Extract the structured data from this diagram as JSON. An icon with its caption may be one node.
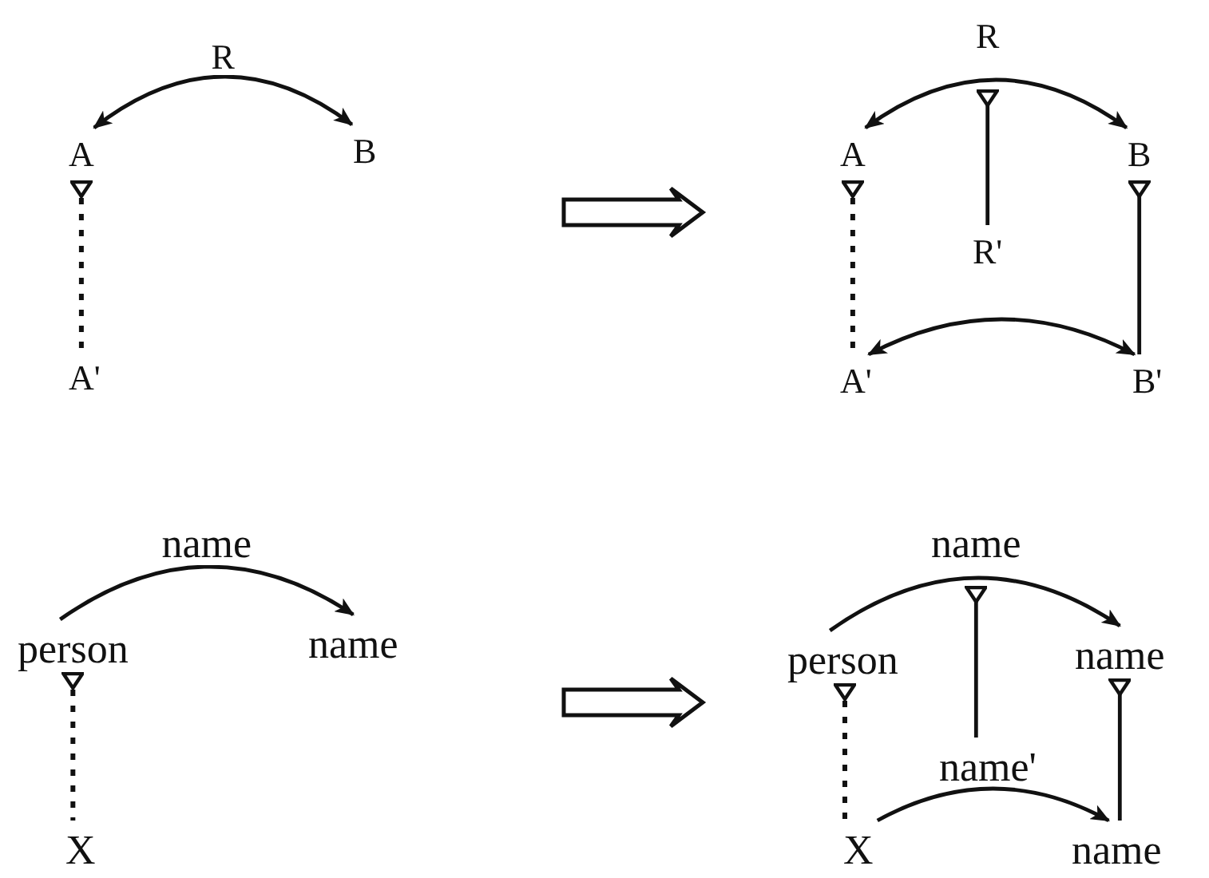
{
  "diagram": {
    "nodes": [
      {
        "text": [
          "A"
        ]
      },
      {
        "text": [
          "B"
        ]
      },
      {
        "text": [
          "A'"
        ]
      },
      {
        "text": [
          "R"
        ]
      },
      {
        "text": [
          "A"
        ]
      },
      {
        "text": [
          "B"
        ]
      },
      {
        "text": [
          "R'"
        ]
      },
      {
        "text": [
          "A'"
        ]
      },
      {
        "text": [
          "B'"
        ]
      },
      {
        "text": [
          "person"
        ]
      },
      {
        "text": [
          "name"
        ]
      },
      {
        "text": [
          "X"
        ]
      },
      {
        "text": [
          "name"
        ]
      },
      {
        "text": [
          "person"
        ]
      },
      {
        "text": [
          "name"
        ]
      },
      {
        "text": [
          "name'"
        ]
      },
      {
        "text": [
          "X"
        ]
      },
      {
        "text": [
          "name"
        ]
      }
    ],
    "edges": [
      {
        "from": 0,
        "to": 1,
        "arrow": "both",
        "label": "R"
      },
      {
        "from": 0,
        "to": 2,
        "arrow": "other",
        "style": "dashed"
      },
      {
        "from": 4,
        "to": 5,
        "arrow": "both"
      },
      {
        "from": 3,
        "to": 6,
        "arrow": "other"
      },
      {
        "from": 4,
        "to": 7,
        "arrow": "other",
        "style": "dashed"
      },
      {
        "from": 5,
        "to": 8,
        "arrow": "other"
      },
      {
        "from": 7,
        "to": 8,
        "arrow": "both"
      },
      {
        "from": 9,
        "to": 10,
        "arrow": "to",
        "label": "name"
      },
      {
        "from": 9,
        "to": 11,
        "arrow": "other",
        "style": "dashed"
      },
      {
        "from": 13,
        "to": 14,
        "arrow": "to"
      },
      {
        "from": 12,
        "to": 15,
        "arrow": "other"
      },
      {
        "from": 13,
        "to": 16,
        "arrow": "other",
        "style": "dashed"
      },
      {
        "from": 14,
        "to": 17,
        "arrow": "other"
      },
      {
        "from": 16,
        "to": 17,
        "arrow": "to"
      }
    ]
  }
}
